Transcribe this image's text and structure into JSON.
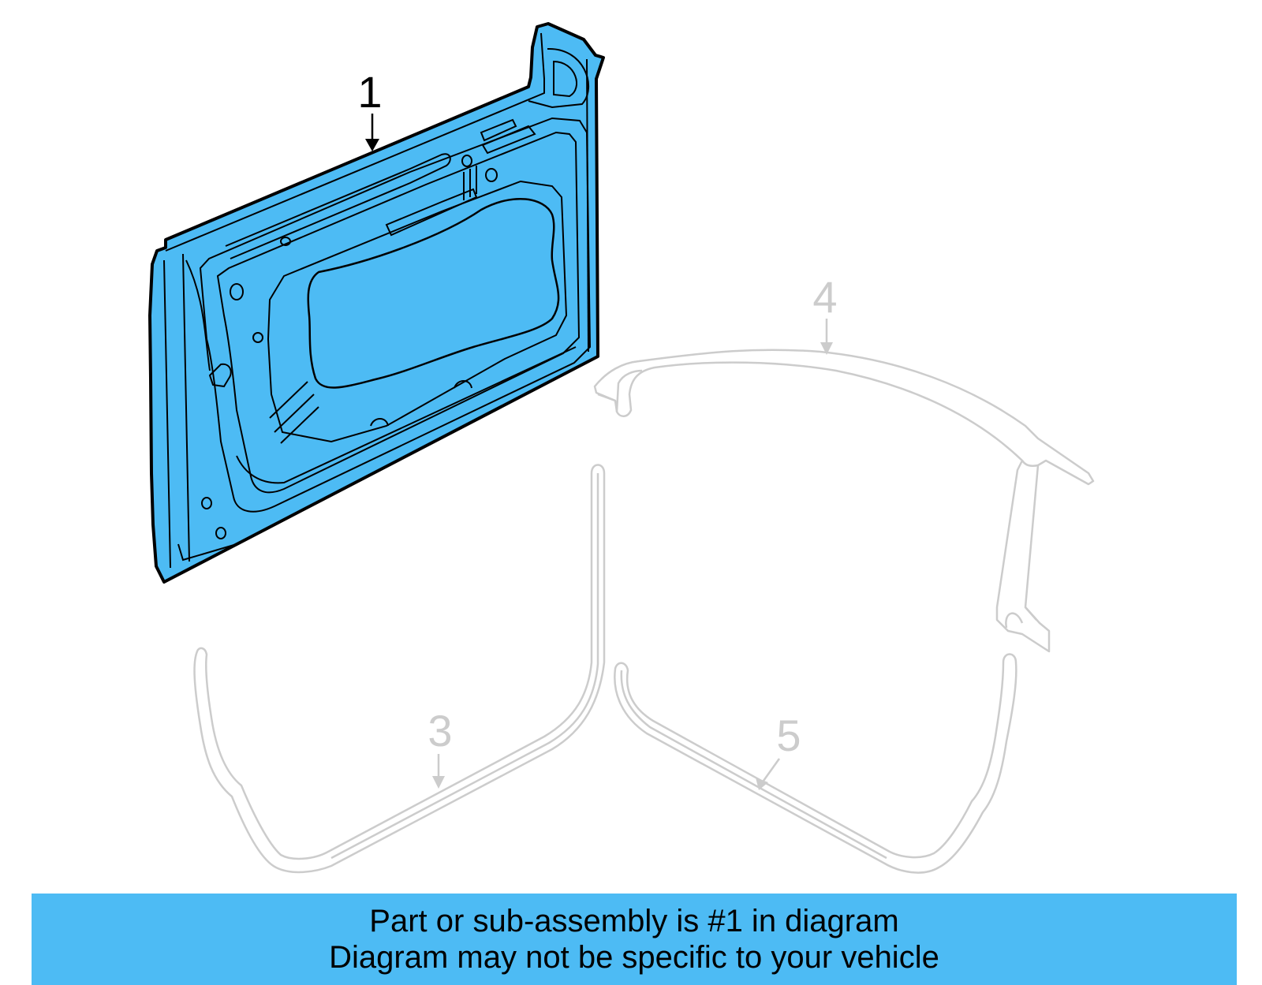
{
  "colors": {
    "highlight_fill": "#4dbbf4",
    "outline_dark": "#000000",
    "outline_faded": "#cccccc",
    "banner_bg": "#4dbbf4"
  },
  "callouts": [
    {
      "label": "1",
      "part": "door-shell-panel",
      "highlighted": true
    },
    {
      "label": "3",
      "part": "lower-front-weatherstrip",
      "highlighted": false
    },
    {
      "label": "4",
      "part": "upper-frame-weatherstrip",
      "highlighted": false
    },
    {
      "label": "5",
      "part": "lower-rear-weatherstrip",
      "highlighted": false
    }
  ],
  "caption": {
    "line1": "Part or sub-assembly is #1 in diagram",
    "line2": "Diagram may not be specific to your vehicle"
  }
}
